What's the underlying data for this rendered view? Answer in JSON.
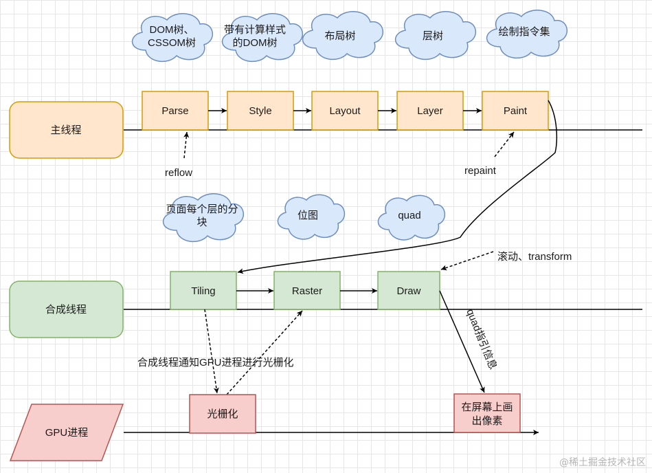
{
  "threads": {
    "main": "主线程",
    "compositor": "合成线程",
    "gpu": "GPU进程"
  },
  "main_steps": [
    "Parse",
    "Style",
    "Layout",
    "Layer",
    "Paint"
  ],
  "main_outputs": {
    "dom": [
      "DOM树、",
      "CSSOM树"
    ],
    "styled_dom": [
      "带有计算样式",
      "的DOM树"
    ],
    "layout_tree": "布局树",
    "layer_tree": "层树",
    "paint_list": "绘制指令集"
  },
  "triggers": {
    "reflow": "reflow",
    "repaint": "repaint",
    "scroll_transform": "滚动、transform"
  },
  "compositor_steps": [
    "Tiling",
    "Raster",
    "Draw"
  ],
  "compositor_outputs": {
    "tiles": [
      "页面每个层的分",
      "块"
    ],
    "bitmap": "位图",
    "quad": "quad"
  },
  "gpu_steps": {
    "rasterize": "光栅化",
    "draw_screen": [
      "在屏幕上画",
      "出像素"
    ]
  },
  "notes": {
    "notify_gpu": "合成线程通知GPU进程进行光栅化",
    "quad_info": "quad指引信息"
  },
  "watermark": "@稀土掘金技术社区",
  "colors": {
    "main_fill": "#ffe6cc",
    "main_stroke": "#d79b00",
    "comp_fill": "#d5e8d4",
    "comp_stroke": "#82b366",
    "gpu_fill": "#f8cecc",
    "gpu_stroke": "#b85450",
    "cloud_fill": "#dae8fc",
    "cloud_stroke": "#6c8ebf"
  }
}
